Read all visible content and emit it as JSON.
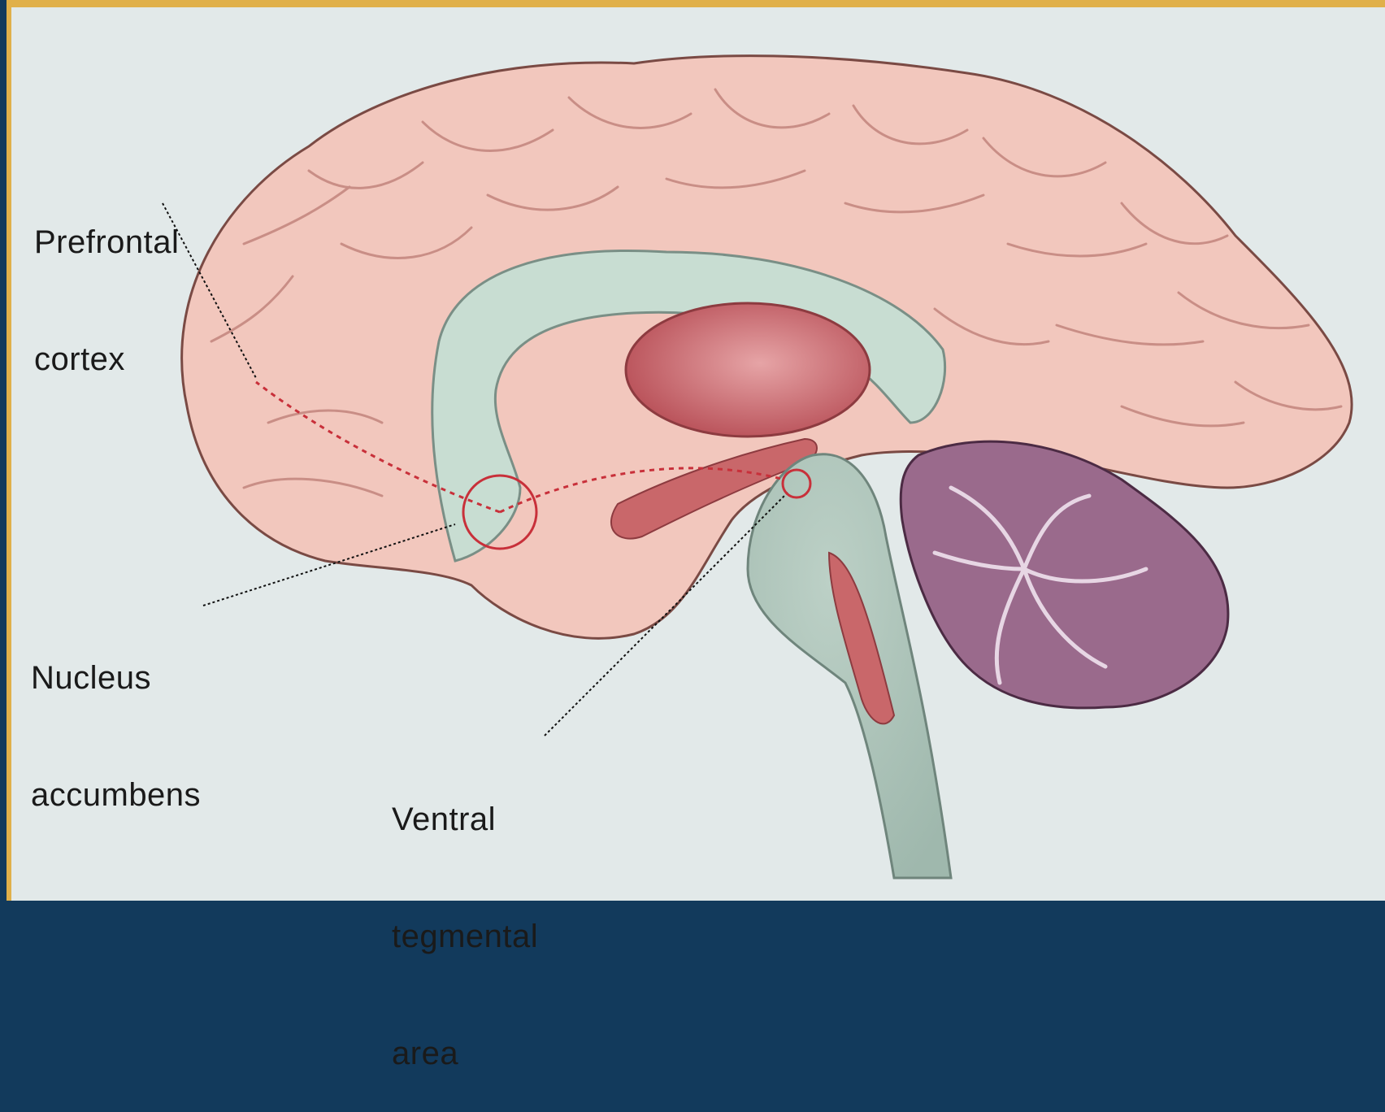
{
  "labels": {
    "prefrontal": {
      "line1": "Prefrontal",
      "line2": "cortex"
    },
    "nucleus": {
      "line1": "Nucleus",
      "line2": "accumbens"
    },
    "vta": {
      "line1": "Ventral",
      "line2": "tegmental",
      "line3": "area"
    }
  },
  "colors": {
    "border_outer": "#123a5c",
    "border_gold": "#e0b04a",
    "background": "#e2e9e9",
    "cortex": "#f2c7bd",
    "cortex_shadow": "#dfa79c",
    "ventricle": "#c8ddd2",
    "thalamus": "#c9676a",
    "cerebellum": "#9a6a8c",
    "pathway": "#c8303a"
  }
}
